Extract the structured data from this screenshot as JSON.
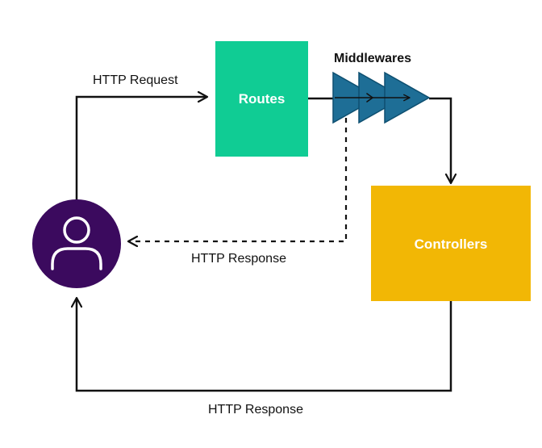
{
  "diagram": {
    "nodes": {
      "user": {
        "icon": "user-icon",
        "color": "#3B0A5E"
      },
      "routes": {
        "label": "Routes",
        "color": "#10CC94"
      },
      "middlewares": {
        "label": "Middlewares",
        "color": "#1E6E96",
        "icon": "middleware-arrows-icon"
      },
      "controllers": {
        "label": "Controllers",
        "color": "#F2B705"
      }
    },
    "edges": {
      "request": {
        "label": "HTTP Request",
        "from": "user",
        "to": "routes"
      },
      "middleware_response": {
        "label": "HTTP Response",
        "from": "middlewares",
        "to": "user",
        "style": "dashed"
      },
      "controller_response": {
        "label": "HTTP Response",
        "from": "controllers",
        "to": "user"
      },
      "to_controllers": {
        "from": "middlewares",
        "to": "controllers"
      }
    }
  }
}
